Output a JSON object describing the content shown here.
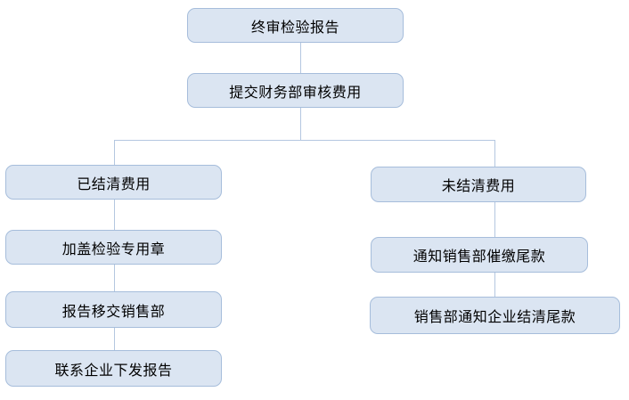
{
  "colors": {
    "background": "#ffffff",
    "node_fill": "#dbe5f2",
    "node_border": "#a6bddb",
    "connector_line": "#b4c7e0",
    "text": "#000000"
  },
  "flowchart": {
    "nodes": [
      {
        "id": "final-inspection-report",
        "label": "终审检验报告"
      },
      {
        "id": "submit-finance-fee-review",
        "label": "提交财务部审核费用"
      },
      {
        "id": "fees-settled",
        "label": "已结清费用"
      },
      {
        "id": "stamp-inspection-seal",
        "label": "加盖检验专用章"
      },
      {
        "id": "report-to-sales-dept",
        "label": "报告移交销售部"
      },
      {
        "id": "contact-enterprise-issue-report",
        "label": "联系企业下发报告"
      },
      {
        "id": "fees-unsettled",
        "label": "未结清费用"
      },
      {
        "id": "notify-sales-collect-balance",
        "label": "通知销售部催缴尾款"
      },
      {
        "id": "sales-notify-enterprise-settle",
        "label": "销售部通知企业结清尾款"
      }
    ],
    "edges": [
      {
        "from": "final-inspection-report",
        "to": "submit-finance-fee-review"
      },
      {
        "from": "submit-finance-fee-review",
        "to": "fees-settled"
      },
      {
        "from": "submit-finance-fee-review",
        "to": "fees-unsettled"
      },
      {
        "from": "fees-settled",
        "to": "stamp-inspection-seal"
      },
      {
        "from": "stamp-inspection-seal",
        "to": "report-to-sales-dept"
      },
      {
        "from": "report-to-sales-dept",
        "to": "contact-enterprise-issue-report"
      },
      {
        "from": "fees-unsettled",
        "to": "notify-sales-collect-balance"
      },
      {
        "from": "notify-sales-collect-balance",
        "to": "sales-notify-enterprise-settle"
      }
    ]
  }
}
